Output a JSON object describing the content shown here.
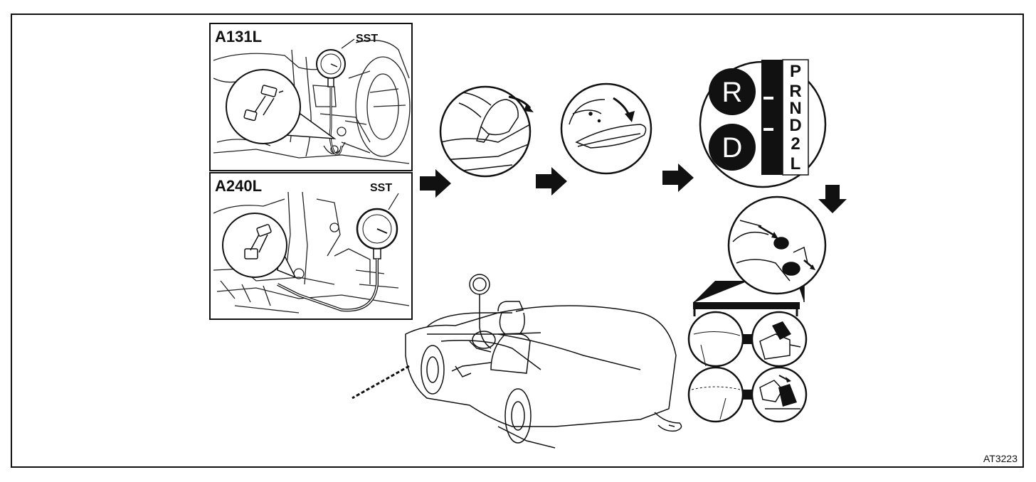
{
  "panels": {
    "top": {
      "model": "A131L",
      "tool": "SST"
    },
    "bottom": {
      "model": "A240L",
      "tool": "SST"
    }
  },
  "shift_indicator": {
    "circle_letters": [
      "R",
      "D"
    ],
    "gate_letters": [
      "P",
      "R",
      "N",
      "D",
      "2",
      "L"
    ]
  },
  "figure_code": "AT3223",
  "colors": {
    "ink": "#111111",
    "paper": "#ffffff"
  }
}
